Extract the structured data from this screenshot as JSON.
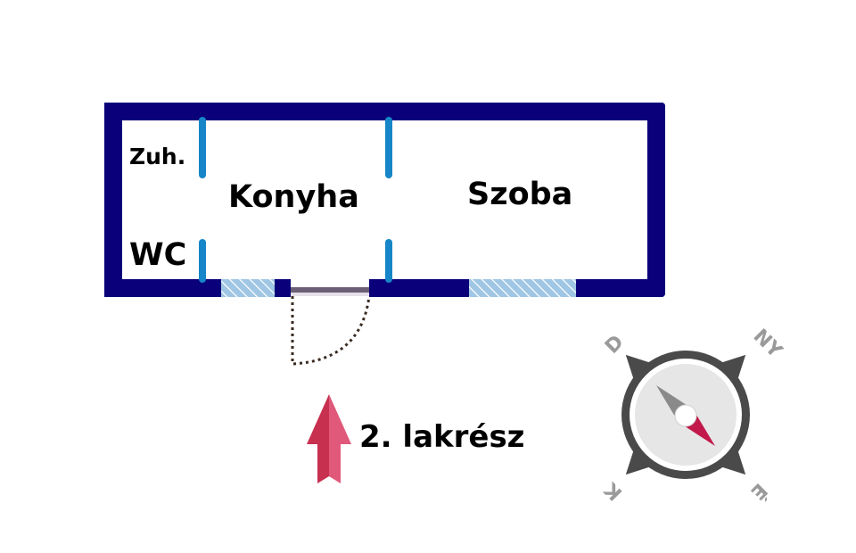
{
  "plan": {
    "rooms": {
      "zuh": "Zuh.",
      "wc": "WC",
      "konyha": "Konyha",
      "szoba": "Szoba"
    },
    "entrance_label": "2. lakrész"
  },
  "compass": {
    "letters": {
      "nw": "D",
      "ne": "NY",
      "sw": "K",
      "se": "É"
    }
  },
  "colors": {
    "outer_wall": "#0a007a",
    "partition": "#1686c8",
    "window_fill": "#9fc6e4",
    "window_hatch": "#ffffff",
    "door_swing": "#3a2a20",
    "door_frame": "#6b5f75",
    "arrow": "#c8304f",
    "arrow_light": "#e0587a",
    "compass_ring": "#4a4a4a",
    "compass_face": "#e6e6e6",
    "needle_north": "#8a8a8a",
    "needle_south": "#c2184a"
  }
}
